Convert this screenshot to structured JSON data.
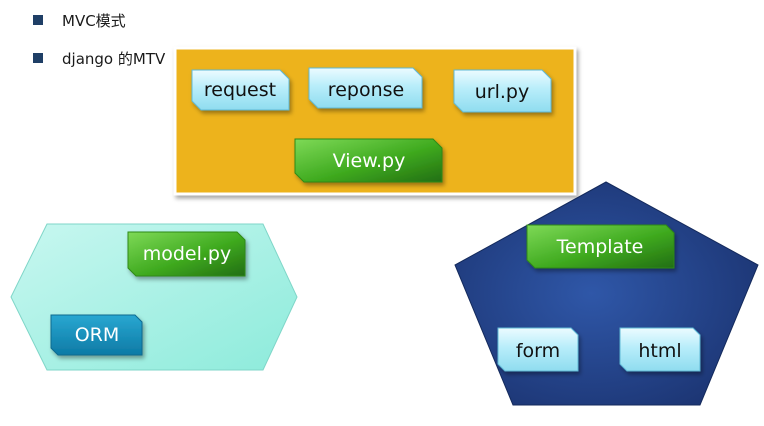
{
  "bullets": [
    "MVC模式",
    "django 的MTV"
  ],
  "view_group": {
    "fill": "#edb31f",
    "items": [
      "request",
      "reponse",
      "url.py"
    ],
    "main": "View.py"
  },
  "model_group": {
    "fill": "#aef1e6",
    "main": "model.py",
    "sub": "ORM"
  },
  "template_group": {
    "fill": "#24428a",
    "main": "Template",
    "items": [
      "form",
      "html"
    ]
  }
}
